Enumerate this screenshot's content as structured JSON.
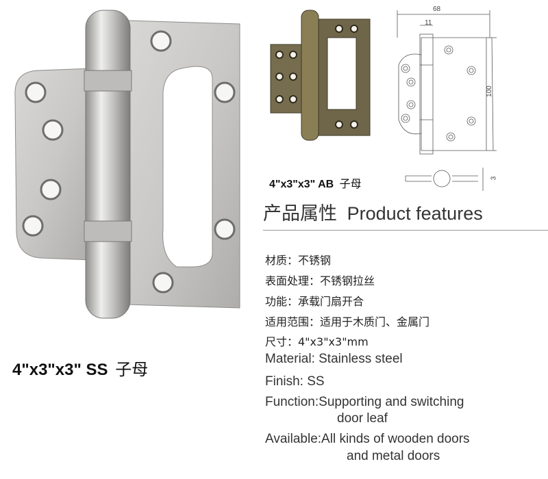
{
  "captions": {
    "ss_size": "4\"x3\"x3\"",
    "ss_finish": "SS",
    "ss_type": "子母",
    "ab_size": "4\"x3\"x3\"",
    "ab_finish": "AB",
    "ab_type": "子母"
  },
  "drawing": {
    "width_dim": "68",
    "leaf_dim": "11",
    "height_dim": "100",
    "thickness_dim": "3"
  },
  "features": {
    "title_zh": "产品属性",
    "title_en": "Product features",
    "specs_zh": [
      "材质：不锈钢",
      "表面处理：不锈钢拉丝",
      "功能：承载门扇开合",
      "适用范围：适用于木质门、金属门",
      "尺寸：4\"x3\"x3\"mm"
    ],
    "material": "Material: Stainless steel",
    "finish": "Finish:  SS",
    "function_label": "Function:",
    "function_line1": "Supporting and switching",
    "function_line2": "door leaf",
    "available_label": "Available:",
    "available_line1": "All kinds of wooden doors",
    "available_line2": "and metal doors"
  },
  "colors": {
    "steel_light": "#e4e3e2",
    "steel_mid": "#b9b8b6",
    "steel_dark": "#7a7977",
    "bronze_light": "#8a7e55",
    "bronze_dark": "#4e4630"
  }
}
